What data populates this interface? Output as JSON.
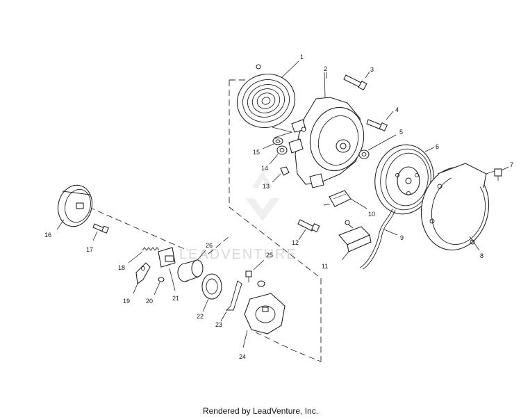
{
  "callouts": [
    "1",
    "2",
    "3",
    "4",
    "5",
    "6",
    "7",
    "8",
    "9",
    "10",
    "11",
    "12",
    "13",
    "14",
    "15",
    "16",
    "17",
    "18",
    "19",
    "20",
    "21",
    "22",
    "23",
    "24",
    "25",
    "26"
  ],
  "watermark": "LEADVENTURE",
  "footer": "Rendered by LeadVenture, Inc."
}
